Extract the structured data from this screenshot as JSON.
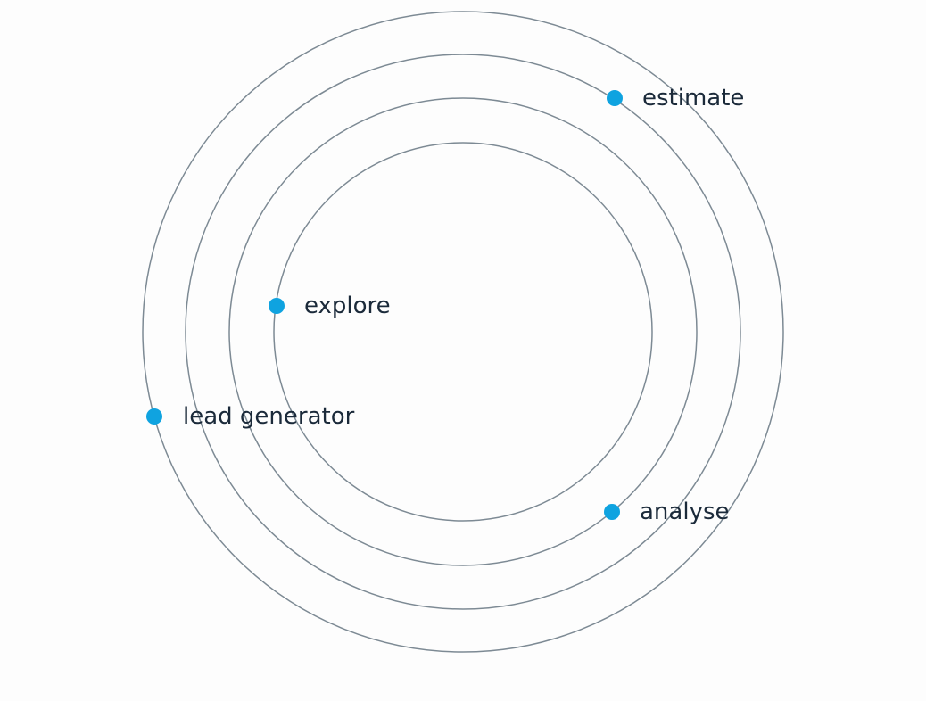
{
  "diagram": {
    "colors": {
      "background": "#fdfdfd",
      "ring": "#7d8a94",
      "node": "#0fa3e0",
      "label": "#1b2a3a"
    },
    "rings": [
      "outer",
      "third",
      "second",
      "inner"
    ],
    "nodes": [
      {
        "id": "estimate",
        "label": "estimate",
        "ring": "third"
      },
      {
        "id": "explore",
        "label": "explore",
        "ring": "inner"
      },
      {
        "id": "lead-generator",
        "label": "lead generator",
        "ring": "outer"
      },
      {
        "id": "analyse",
        "label": "analyse",
        "ring": "second"
      }
    ]
  }
}
